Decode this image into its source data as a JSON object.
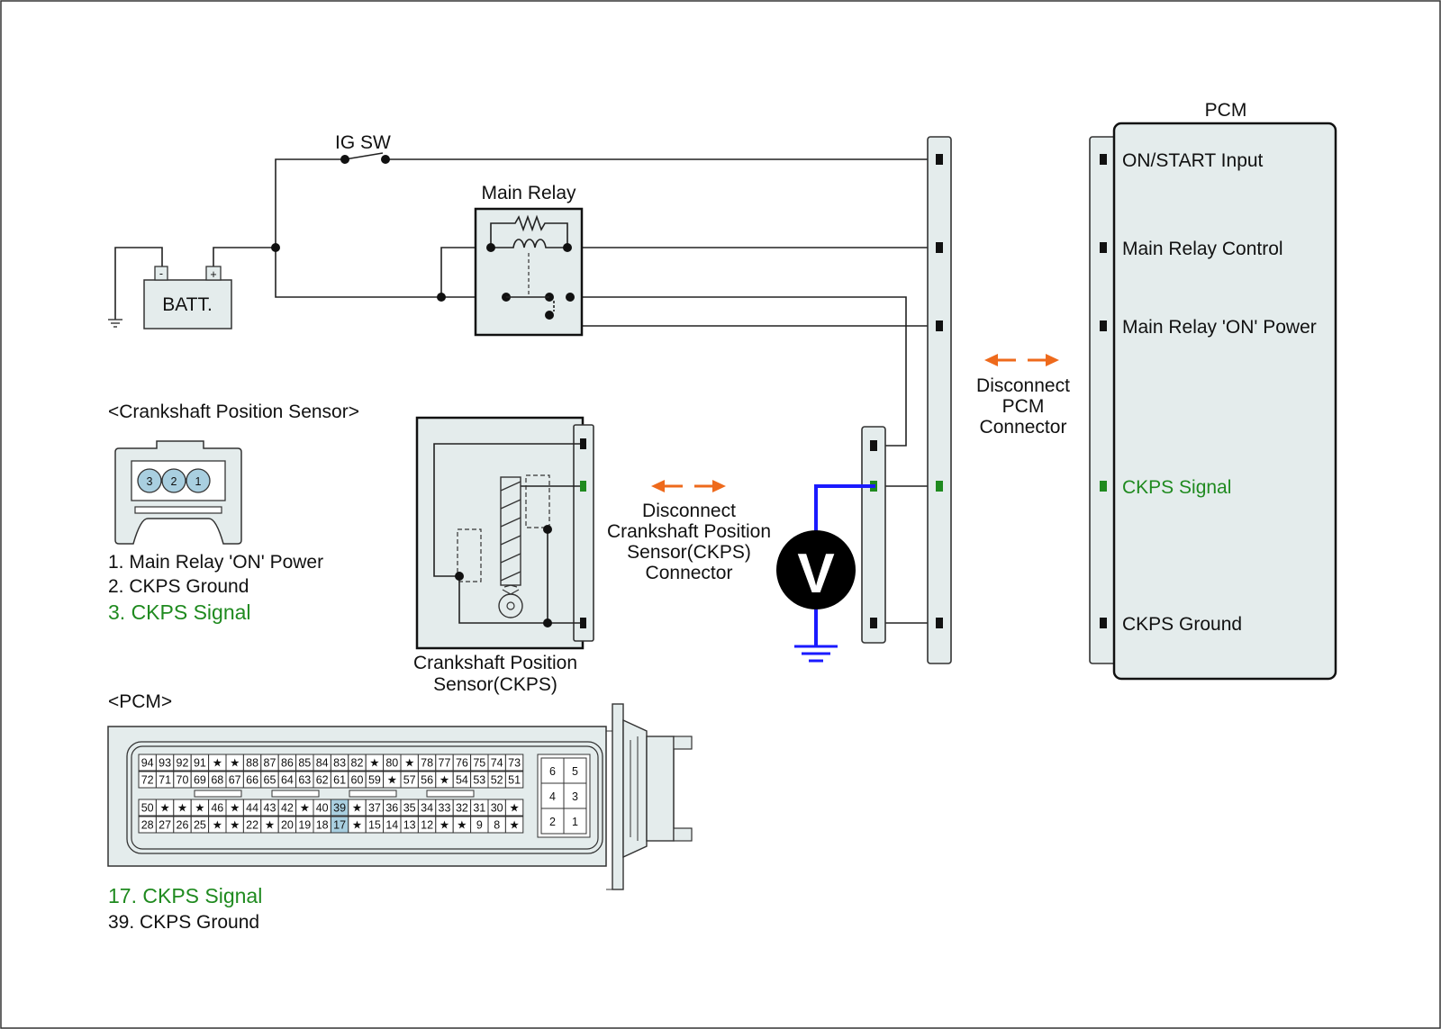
{
  "labels": {
    "ig_sw": "IG SW",
    "batt": "BATT.",
    "batt_minus": "-",
    "batt_plus": "+",
    "main_relay": "Main Relay",
    "pcm_title": "PCM",
    "voltmeter": "V",
    "ckps_section": "<Crankshaft Position Sensor>",
    "pcm_section": "<PCM>",
    "ckps_caption": [
      "Crankshaft Position",
      "Sensor(CKPS)"
    ],
    "disconnect_ckps": [
      "Disconnect",
      "Crankshaft Position",
      "Sensor(CKPS)",
      "Connector"
    ],
    "disconnect_pcm": [
      "Disconnect",
      "PCM",
      "Connector"
    ]
  },
  "pcm_terminals": [
    {
      "label": "ON/START Input",
      "highlight": false
    },
    {
      "label": "Main Relay Control",
      "highlight": false
    },
    {
      "label": "Main Relay 'ON' Power",
      "highlight": false
    },
    {
      "label": "CKPS Signal",
      "highlight": true
    },
    {
      "label": "CKPS Ground",
      "highlight": false
    }
  ],
  "ckps_connector_pins": [
    "3",
    "2",
    "1"
  ],
  "ckps_pin_legend": [
    {
      "text": "1. Main Relay 'ON' Power",
      "highlight": false
    },
    {
      "text": "2. CKPS Ground",
      "highlight": false
    },
    {
      "text": "3. CKPS Signal",
      "highlight": true
    }
  ],
  "pcm_connector": {
    "rows": [
      [
        "94",
        "93",
        "92",
        "91",
        "★",
        "★",
        "88",
        "87",
        "86",
        "85",
        "84",
        "83",
        "82",
        "★",
        "80",
        "★",
        "78",
        "77",
        "76",
        "75",
        "74",
        "73"
      ],
      [
        "72",
        "71",
        "70",
        "69",
        "68",
        "67",
        "66",
        "65",
        "64",
        "63",
        "62",
        "61",
        "60",
        "59",
        "★",
        "57",
        "56",
        "★",
        "54",
        "53",
        "52",
        "51"
      ],
      [
        "50",
        "★",
        "★",
        "★",
        "46",
        "★",
        "44",
        "43",
        "42",
        "★",
        "40",
        "39",
        "★",
        "37",
        "36",
        "35",
        "34",
        "33",
        "32",
        "31",
        "30",
        "★"
      ],
      [
        "28",
        "27",
        "26",
        "25",
        "★",
        "★",
        "22",
        "★",
        "20",
        "19",
        "18",
        "17",
        "★",
        "15",
        "14",
        "13",
        "12",
        "★",
        "★",
        "9",
        "8",
        "★"
      ]
    ],
    "highlighted_pins": [
      "39",
      "17"
    ],
    "small_block": [
      [
        "6",
        "5"
      ],
      [
        "4",
        "3"
      ],
      [
        "2",
        "1"
      ]
    ]
  },
  "pcm_pin_legend": [
    {
      "text": "17. CKPS Signal",
      "highlight": true
    },
    {
      "text": "39. CKPS Ground",
      "highlight": false
    }
  ],
  "colors": {
    "signal_green": "#1f8a1f",
    "probe_blue": "#1a1aff",
    "arrow_orange": "#ee6a1c",
    "connector_fill": "#e4ecec",
    "pin_highlight": "#a9cfe0"
  }
}
